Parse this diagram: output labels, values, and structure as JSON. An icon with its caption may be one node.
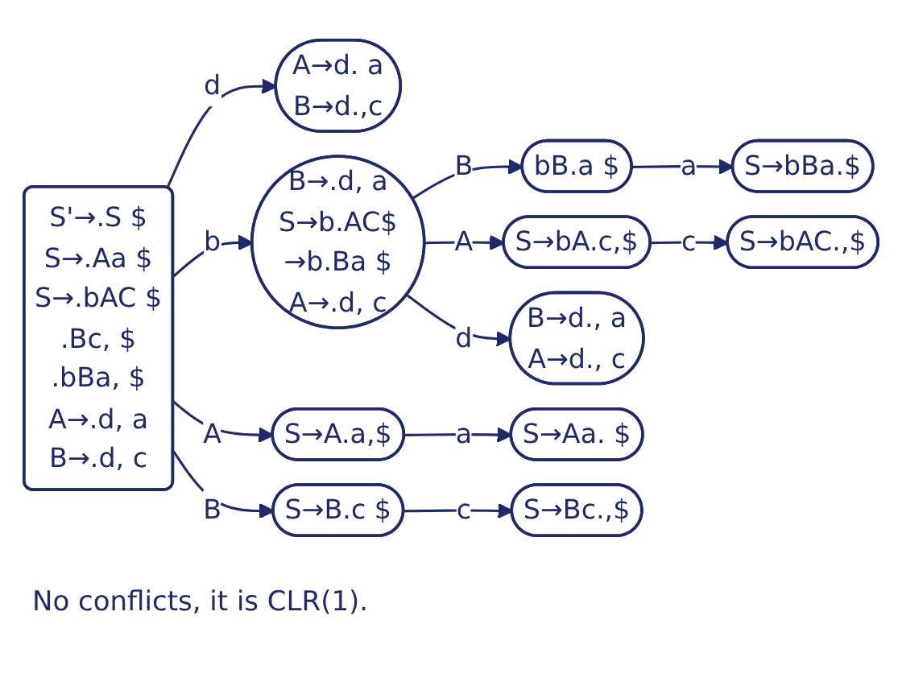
{
  "diagram": {
    "nodes": [
      {
        "text": [
          "S'→.S $",
          "S→.Aa $",
          "S→.bAC $",
          ".Bc, $",
          ".bBa, $",
          "A→.d, a",
          "B→.d, c"
        ]
      },
      {
        "text": [
          "A→d. a",
          "B→d.,c"
        ]
      },
      {
        "text": [
          "B→.d, a",
          "S→b.AC$",
          "→b.Ba $",
          "A→.d, c"
        ]
      },
      {
        "text": [
          "bB.a $"
        ]
      },
      {
        "text": [
          "S→bBa.$"
        ]
      },
      {
        "text": [
          "S→bA.c,$"
        ]
      },
      {
        "text": [
          "S→bAC.,$"
        ]
      },
      {
        "text": [
          "B→d., a",
          "A→d., c"
        ]
      },
      {
        "text": [
          "S→A.a,$"
        ]
      },
      {
        "text": [
          "S→Aa. $"
        ]
      },
      {
        "text": [
          "S→B.c $"
        ]
      },
      {
        "text": [
          "S→Bc.,$"
        ]
      }
    ],
    "edges": [
      {
        "from": 0,
        "to": 1,
        "arrow": "to",
        "label": "d"
      },
      {
        "from": 0,
        "to": 2,
        "arrow": "to",
        "label": "b"
      },
      {
        "from": 2,
        "to": 3,
        "arrow": "to",
        "label": "B"
      },
      {
        "from": 3,
        "to": 4,
        "arrow": "to",
        "label": "a"
      },
      {
        "from": 2,
        "to": 5,
        "arrow": "to",
        "label": "A"
      },
      {
        "from": 5,
        "to": 6,
        "arrow": "to",
        "label": "c"
      },
      {
        "from": 2,
        "to": 7,
        "arrow": "to",
        "label": "d"
      },
      {
        "from": 0,
        "to": 8,
        "arrow": "to",
        "label": "A"
      },
      {
        "from": 8,
        "to": 9,
        "arrow": "to",
        "label": "a"
      },
      {
        "from": 0,
        "to": 10,
        "arrow": "to",
        "label": "B"
      },
      {
        "from": 10,
        "to": 11,
        "arrow": "to",
        "label": "c"
      }
    ],
    "labels": [
      "No conflicts, it is CLR(1)."
    ]
  }
}
